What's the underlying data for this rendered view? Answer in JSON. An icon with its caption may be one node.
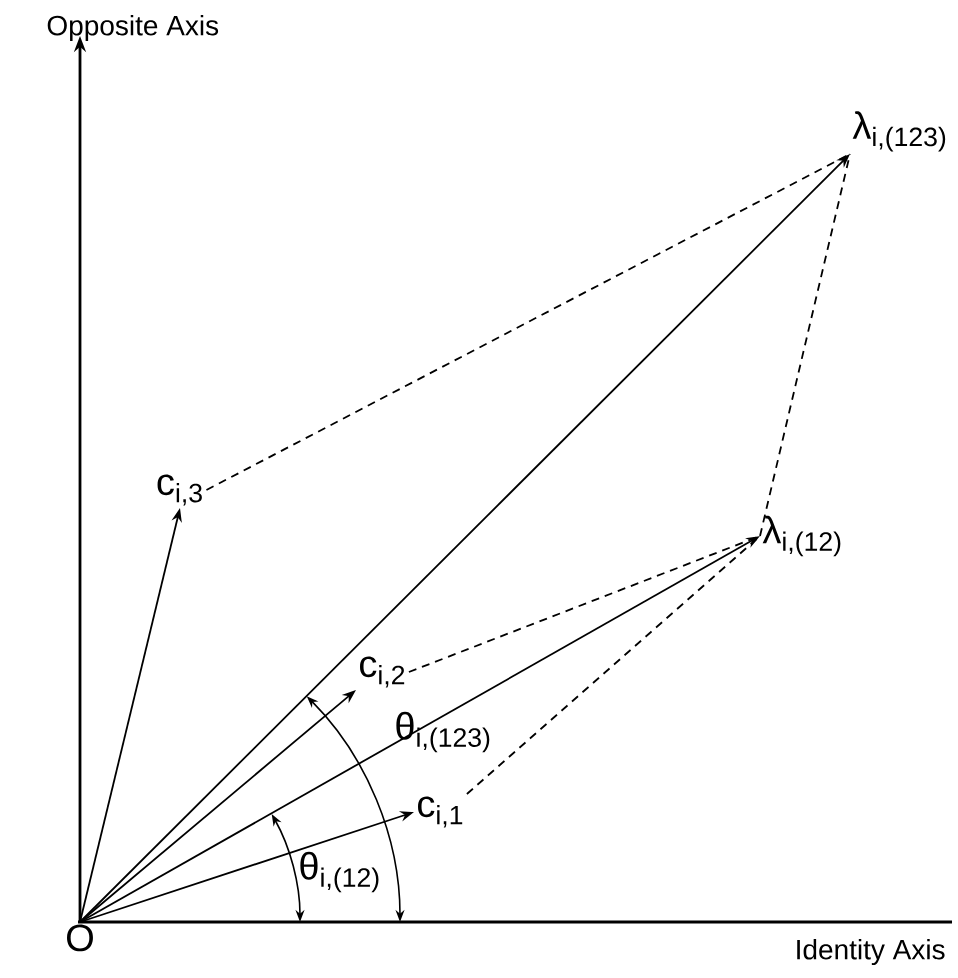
{
  "diagram": {
    "nodes": [
      {
        "text": [
          "λ$_{i,(123)}$"
        ]
      },
      {
        "text": [
          "c$_{i,3}$"
        ]
      },
      {
        "text": [
          "λ$_{i,(12)}$"
        ]
      },
      {
        "text": [
          "c$_{i,2}$"
        ]
      },
      {
        "text": [
          "c$_{i,1}$"
        ]
      },
      {
        "text": [
          "O"
        ]
      }
    ],
    "edges": [
      {
        "from": 5,
        "to": 0,
        "arrow": "to"
      },
      {
        "from": 5,
        "to": 1,
        "arrow": "to"
      },
      {
        "from": 5,
        "to": 2,
        "arrow": "to"
      },
      {
        "from": 5,
        "to": 3,
        "arrow": "to"
      },
      {
        "from": 5,
        "to": 4,
        "arrow": "to"
      },
      {
        "from": 1,
        "to": 0,
        "arrow": "none",
        "style": "dashed"
      },
      {
        "from": 3,
        "to": 2,
        "arrow": "none",
        "style": "dashed"
      },
      {
        "from": 4,
        "to": 2,
        "arrow": "none",
        "style": "dashed"
      },
      {
        "from": 2,
        "to": 0,
        "arrow": "none",
        "style": "dashed"
      }
    ],
    "labels": [
      "Opposite Axis",
      "θ$_{i,(123)}$",
      "θ$_{i,(12)}$",
      "Identity Axis"
    ]
  }
}
